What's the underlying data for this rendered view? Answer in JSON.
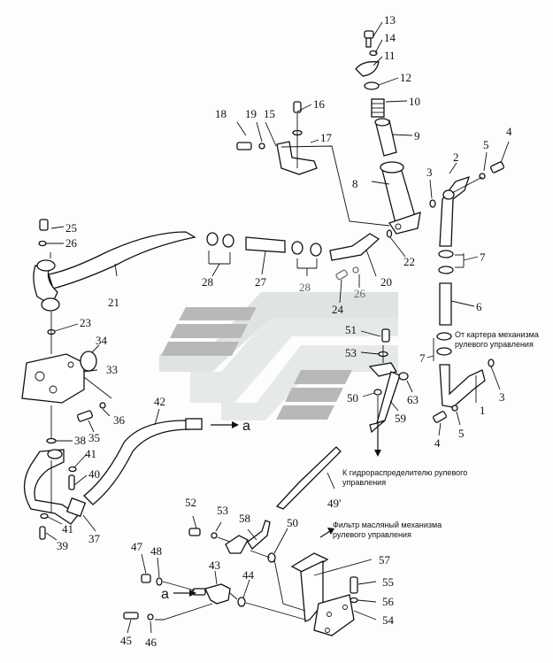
{
  "diagram": {
    "type": "exploded-parts-diagram",
    "subject": "Steering mechanism oil lines",
    "watermark": {
      "colors": {
        "dark": "#b8b8b8",
        "light": "#dfe3e3"
      }
    },
    "notes": {
      "from_case": [
        "От картера механизма",
        "рулевого управления"
      ],
      "to_valve": [
        "К гидрораспределителю рулевого",
        "управления"
      ],
      "filter": [
        "Фильтр масляный механизма",
        "рулевого управления"
      ]
    },
    "connection_letter": "a",
    "labels": {
      "p1": "1",
      "p2": "2",
      "p3a": "3",
      "p3b": "3",
      "p4a": "4",
      "p4b": "4",
      "p5a": "5",
      "p5b": "5",
      "p6": "6",
      "p7a": "7",
      "p7b": "7",
      "p8": "8",
      "p9": "9",
      "p10": "10",
      "p11": "11",
      "p12": "12",
      "p13": "13",
      "p14": "14",
      "p15": "15",
      "p16": "16",
      "p17": "17",
      "p18": "18",
      "p19": "19",
      "p20": "20",
      "p21": "21",
      "p22": "22",
      "p23": "23",
      "p24": "24",
      "p25": "25",
      "p26a": "26",
      "p26b": "26",
      "p27": "27",
      "p28a": "28",
      "p28b": "28",
      "p33": "33",
      "p34": "34",
      "p35": "35",
      "p36": "36",
      "p37": "37",
      "p38": "38",
      "p39": "39",
      "p40": "40",
      "p41a": "41",
      "p41b": "41",
      "p42": "42",
      "p43": "43",
      "p44": "44",
      "p45": "45",
      "p46": "46",
      "p47": "47",
      "p48": "48",
      "p49": "49'",
      "p50a": "50",
      "p50b": "50",
      "p51": "51",
      "p52": "52",
      "p53a": "53",
      "p53b": "53",
      "p54": "54",
      "p55": "55",
      "p56": "56",
      "p57": "57",
      "p58": "58",
      "p59": "59",
      "p63": "63"
    }
  }
}
